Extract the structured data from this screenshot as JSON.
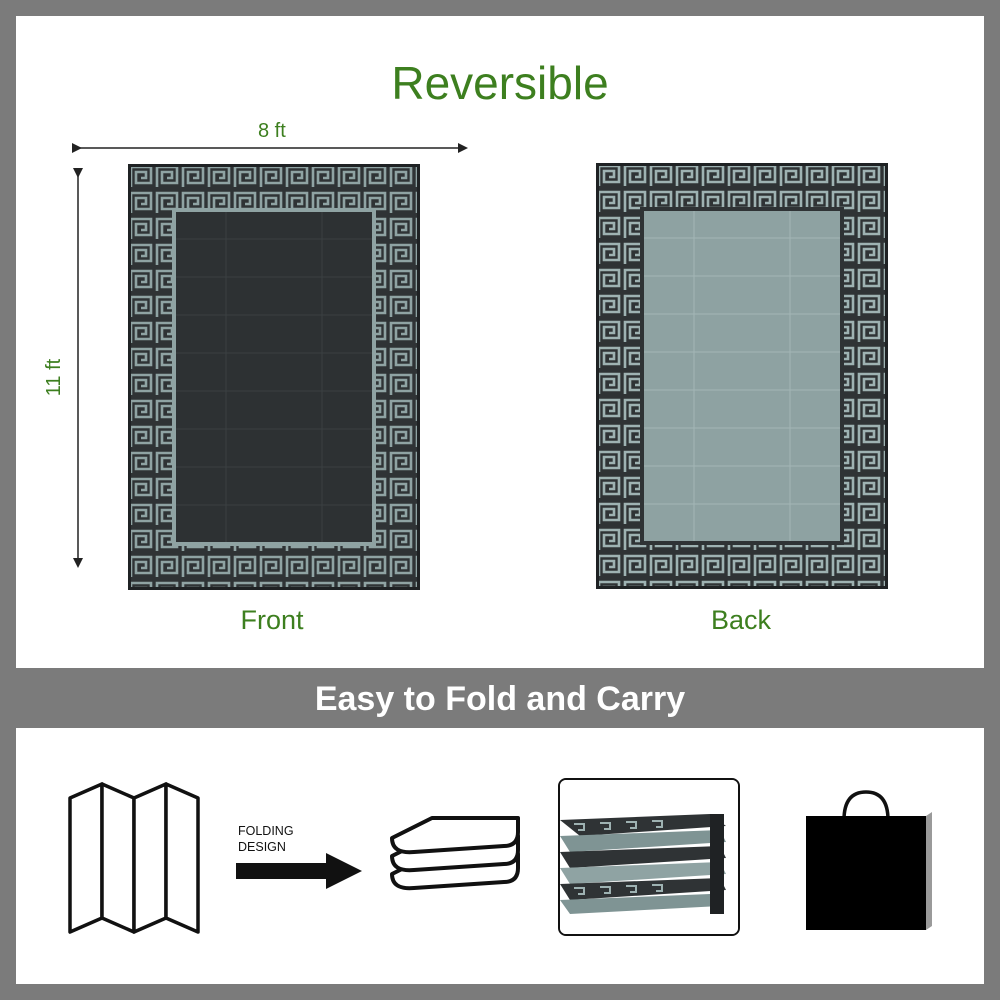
{
  "header": {
    "title": "Reversible",
    "width_label": "8 ft",
    "height_label": "11 ft"
  },
  "mats": {
    "front_label": "Front",
    "back_label": "Back"
  },
  "section": {
    "title": "Easy to Fold and Carry"
  },
  "steps": {
    "fold_caption_line1": "FOLDING",
    "fold_caption_line2": "DESIGN"
  },
  "colors": {
    "accent_green": "#3d7f1f",
    "frame_gray": "#7b7b7b",
    "mat_dark": "#2f3335",
    "mat_light": "#8fa3a3"
  },
  "icons": {
    "folding_panels": "zigzag-panels-icon",
    "arrow": "right-arrow-icon",
    "folded_stack": "folded-stack-icon",
    "bag": "carry-bag-icon"
  }
}
